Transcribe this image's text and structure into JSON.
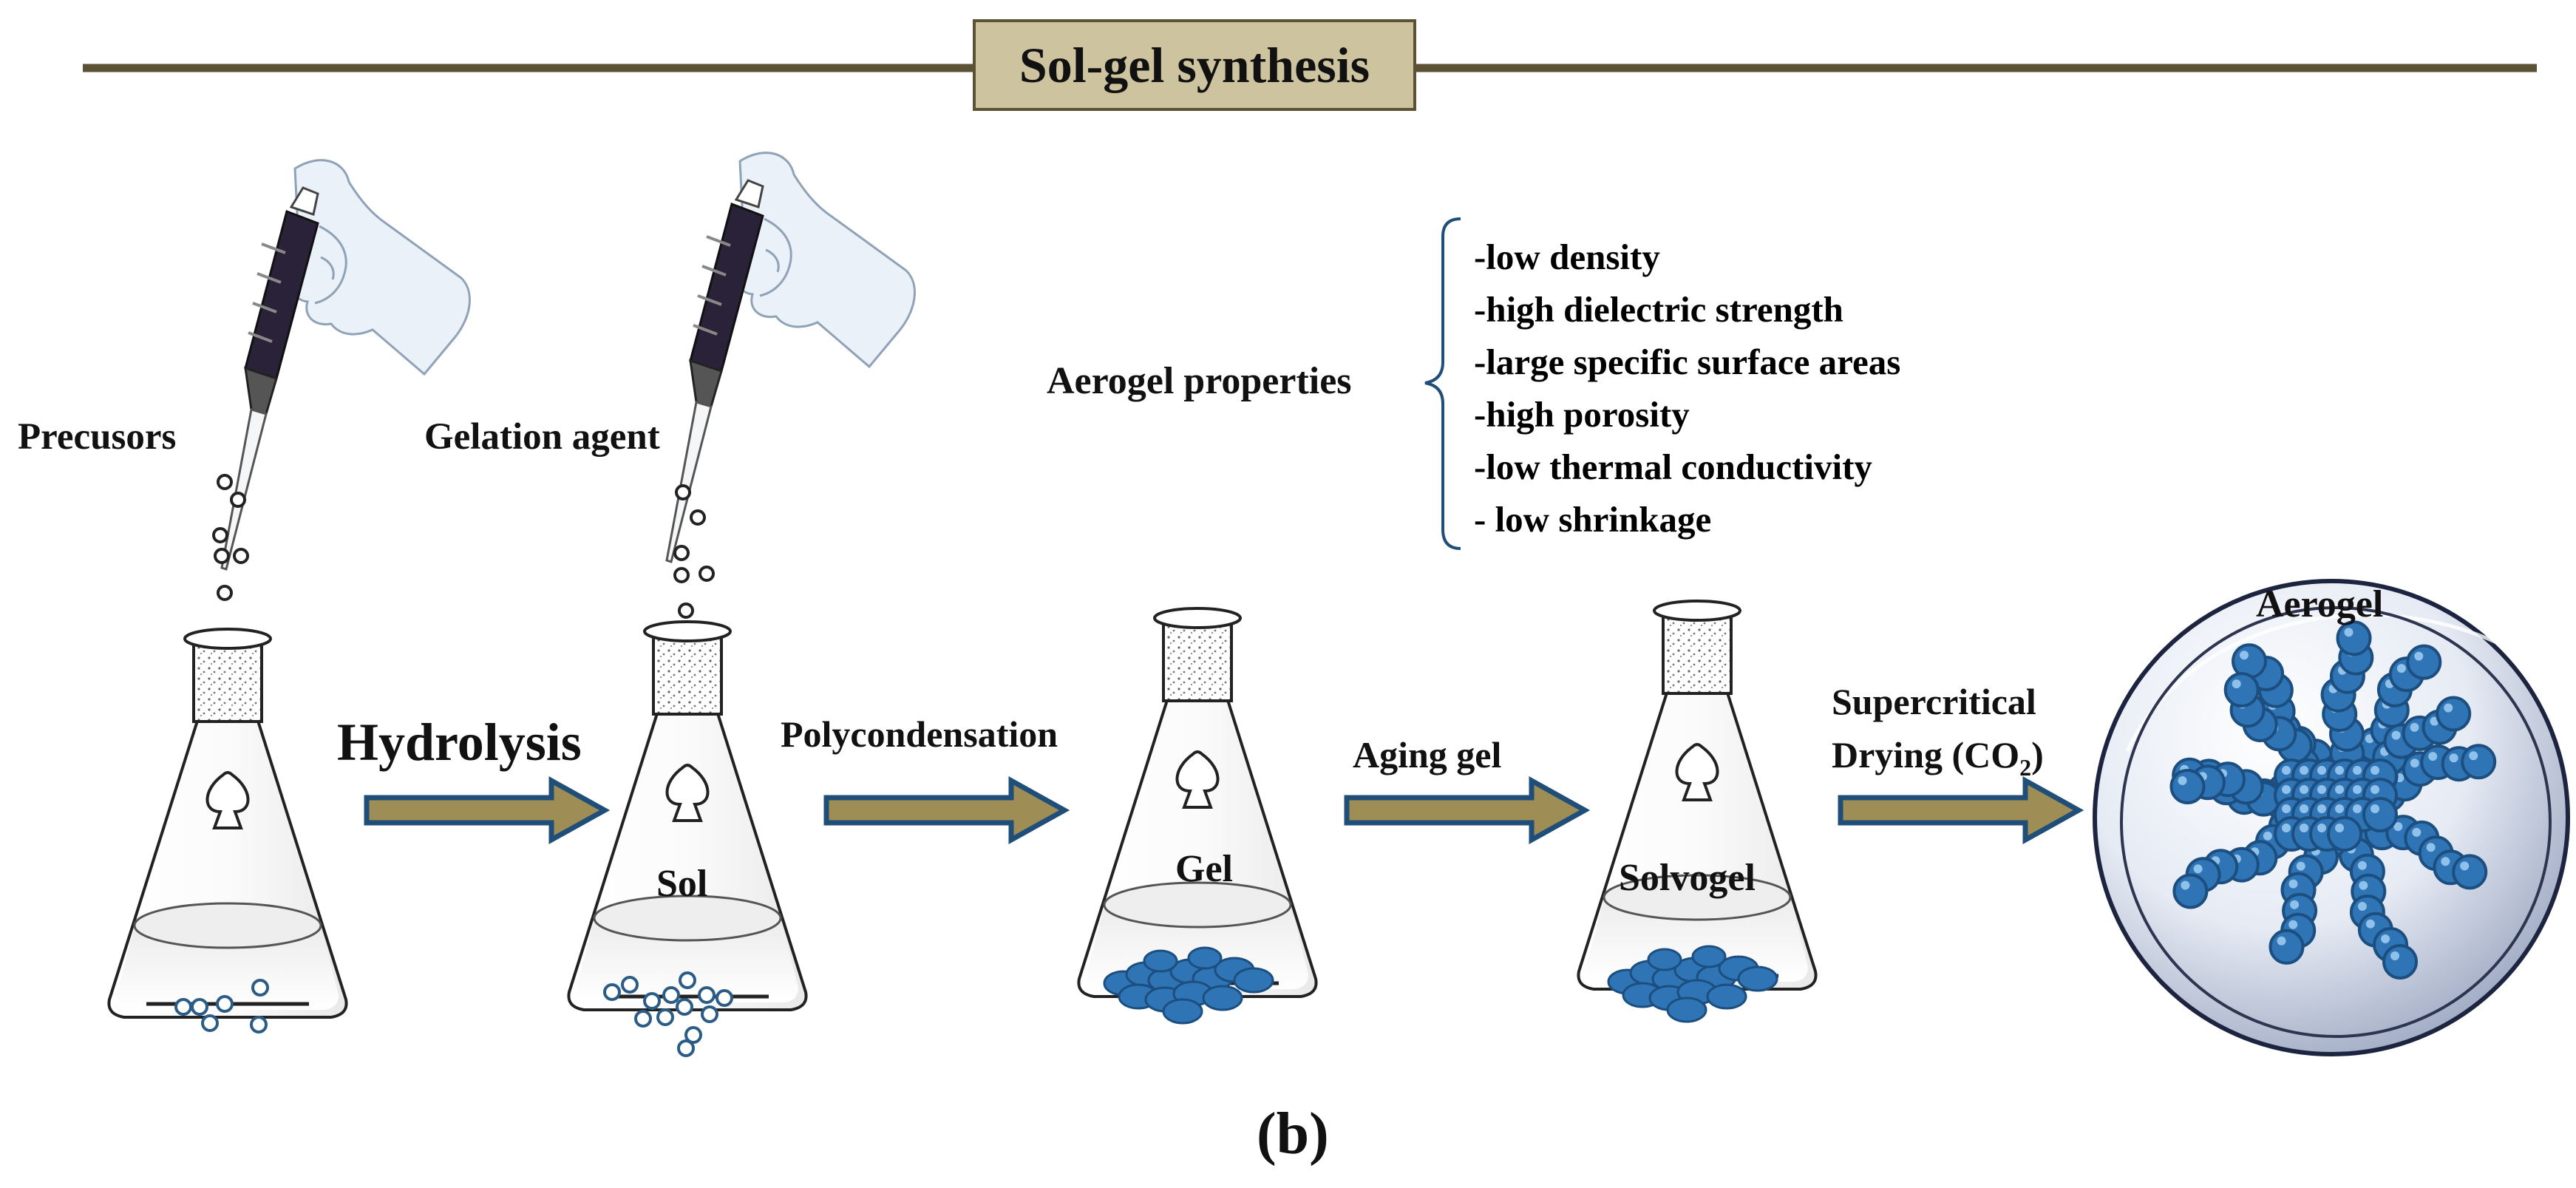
{
  "title": "Sol-gel synthesis",
  "labels": {
    "precursors": "Precusors",
    "gelation_agent": "Gelation agent",
    "hydrolysis": "Hydrolysis",
    "polycondensation": "Polycondensation",
    "aging_gel": "Aging gel",
    "supercritical_line1": "Supercritical",
    "supercritical_line2_prefix": "Drying (CO",
    "supercritical_line2_sub": "2",
    "supercritical_line2_suffix": ")",
    "sol": "Sol",
    "gel": "Gel",
    "solvogel": "Solvogel",
    "aerogel": "Aerogel",
    "caption": "(b)"
  },
  "aerogel_properties": {
    "heading": "Aerogel properties",
    "items": [
      "-low density",
      "-high dielectric strength",
      "-large specific surface areas",
      "-high porosity",
      "-low thermal conductivity",
      "- low shrinkage"
    ]
  },
  "colors": {
    "header_line": "#5b5135",
    "title_fill": "#cdc49f",
    "arrow_fill": "#9e8d55",
    "arrow_stroke": "#1f4e79",
    "particle_blue": "#2f75b5",
    "particle_dark": "#1c4f80",
    "pipette_dark": "#2a2238",
    "glove": "#eaf1f8"
  },
  "icons": [
    "pipette-hand-icon",
    "erlenmeyer-flask-icon",
    "spade-icon",
    "aerogel-sphere-icon"
  ]
}
